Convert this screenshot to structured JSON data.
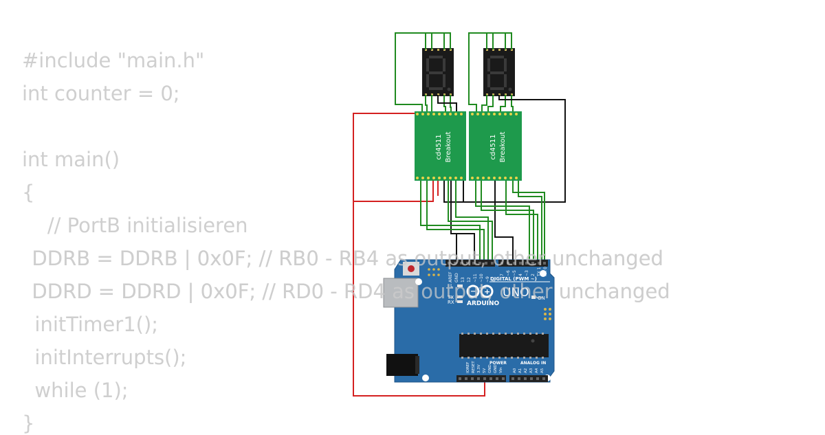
{
  "code_lines": [
    "#include \"main.h\"",
    "int counter = 0;",
    "",
    "int main()",
    "{",
    "    // PortB initialisieren",
    "  DDRB = DDRB | 0x0F; // RB0 - RB4 as output, other unchanged",
    "  DDRD = DDRD | 0x0F; // RD0 - RD4 as output, other unchanged",
    "  initTimer1();",
    "  initInterrupts();",
    "  while (1);",
    "}"
  ],
  "breakout_left": {
    "line1": "cd4511",
    "line2": "Breakout"
  },
  "breakout_right": {
    "line1": "cd4511",
    "line2": "Breakout"
  },
  "arduino": {
    "brand": "ARDUINO",
    "model": "UNO",
    "digital_label": "DIGITAL (PWM ~)",
    "power_label": "POWER",
    "analog_label": "ANALOG IN",
    "on_label": "ON",
    "l_label": "L",
    "tx_label": "TX",
    "rx_label": "RX",
    "aref_label": "AREF",
    "gnd_label": "GND",
    "digital_pins": [
      "13",
      "12",
      "~11",
      "~10",
      "~9",
      "8",
      "7",
      "~6",
      "~5",
      "4",
      "~3",
      "2",
      "TX 1",
      "RX 0"
    ],
    "power_pins": [
      "IOREF",
      "RESET",
      "3.3V",
      "5V",
      "GND",
      "GND",
      "Vin"
    ],
    "analog_pins": [
      "A0",
      "A1",
      "A2",
      "A3",
      "A4",
      "A5"
    ]
  },
  "colors": {
    "wire_green": "#1f8a1f",
    "wire_red": "#d42020",
    "wire_black": "#111111",
    "board_blue": "#2a6ca8",
    "pcb_green": "#1e9a4c",
    "display_body": "#1a1a1a",
    "code_text": "#cfcfcf"
  }
}
